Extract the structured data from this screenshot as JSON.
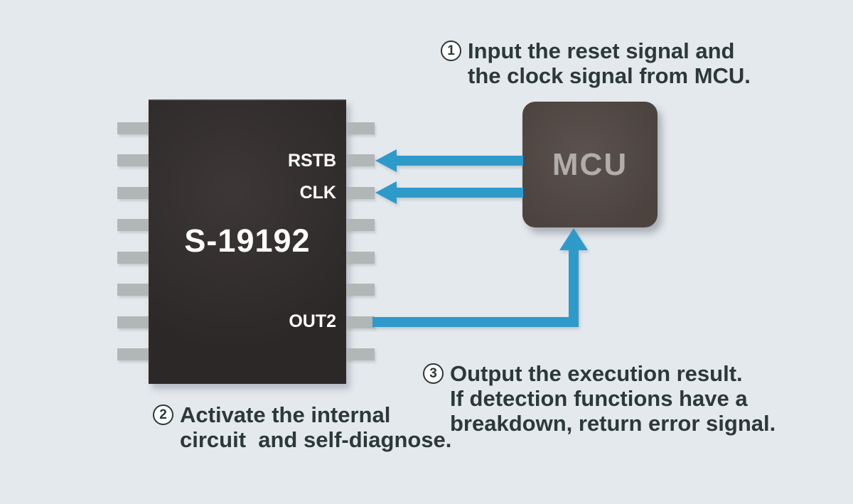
{
  "colors": {
    "background": "#e4e9ed",
    "accent_blue": "#2e9aca",
    "text": "#2c3839",
    "chip_body": "#2c2828",
    "chip_label": "#ffffff",
    "pin_gray": "#b3b6b7",
    "mcu_body": "#4c433f",
    "mcu_label": "#b1adab"
  },
  "chip": {
    "name": "S-19192",
    "pin_labels": {
      "rstb": "RSTB",
      "clk": "CLK",
      "out2": "OUT2"
    }
  },
  "mcu": {
    "label": "MCU"
  },
  "steps": [
    {
      "num": "1",
      "lines": [
        "Input the reset signal and",
        "the clock signal from MCU."
      ]
    },
    {
      "num": "2",
      "lines": [
        "Activate the internal",
        "circuit  and self-diagnose."
      ]
    },
    {
      "num": "3",
      "lines": [
        "Output the execution result.",
        "If detection functions have a",
        "breakdown, return error signal."
      ]
    }
  ]
}
